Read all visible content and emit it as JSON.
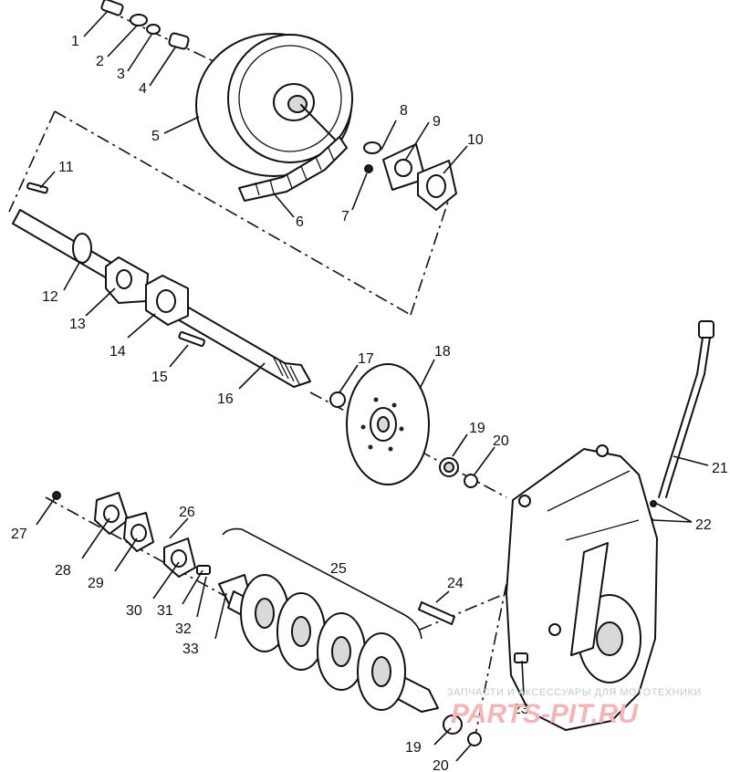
{
  "callouts": [
    {
      "id": "c1",
      "label": "1"
    },
    {
      "id": "c2",
      "label": "2"
    },
    {
      "id": "c3",
      "label": "3"
    },
    {
      "id": "c4",
      "label": "4"
    },
    {
      "id": "c5",
      "label": "5"
    },
    {
      "id": "c6",
      "label": "6"
    },
    {
      "id": "c7",
      "label": "7"
    },
    {
      "id": "c8",
      "label": "8"
    },
    {
      "id": "c9",
      "label": "9"
    },
    {
      "id": "c10",
      "label": "10"
    },
    {
      "id": "c11",
      "label": "11"
    },
    {
      "id": "c12",
      "label": "12"
    },
    {
      "id": "c13",
      "label": "13"
    },
    {
      "id": "c14",
      "label": "14"
    },
    {
      "id": "c15",
      "label": "15"
    },
    {
      "id": "c16",
      "label": "16"
    },
    {
      "id": "c17",
      "label": "17"
    },
    {
      "id": "c18",
      "label": "18"
    },
    {
      "id": "c19a",
      "label": "19"
    },
    {
      "id": "c20a",
      "label": "20"
    },
    {
      "id": "c21",
      "label": "21"
    },
    {
      "id": "c22",
      "label": "22"
    },
    {
      "id": "c23",
      "label": "23"
    },
    {
      "id": "c24",
      "label": "24"
    },
    {
      "id": "c25",
      "label": "25"
    },
    {
      "id": "c26",
      "label": "26"
    },
    {
      "id": "c27",
      "label": "27"
    },
    {
      "id": "c28",
      "label": "28"
    },
    {
      "id": "c29",
      "label": "29"
    },
    {
      "id": "c30",
      "label": "30"
    },
    {
      "id": "c31",
      "label": "31"
    },
    {
      "id": "c32",
      "label": "32"
    },
    {
      "id": "c33",
      "label": "33"
    },
    {
      "id": "c19b",
      "label": "19"
    },
    {
      "id": "c20b",
      "label": "20"
    }
  ],
  "watermark": {
    "caption": "ЗАПЧАСТИ И АКСЕССУАРЫ ДЛЯ МОТОТЕХНИКИ",
    "brand": "PARTS-PIT.RU"
  }
}
